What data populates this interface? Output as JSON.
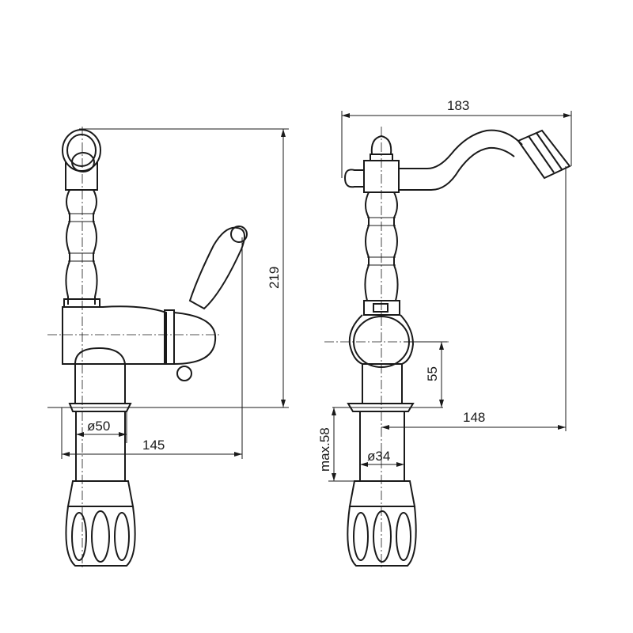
{
  "drawing": {
    "title": "Bidet mixer dimension drawing",
    "dimensions": {
      "overall_width": "183",
      "height": "219",
      "body_height": "55",
      "spout_reach": "148",
      "base_diameter": "ø50",
      "handle_reach": "145",
      "max_deck_thickness": "max.58",
      "shank_diameter": "ø34"
    }
  }
}
